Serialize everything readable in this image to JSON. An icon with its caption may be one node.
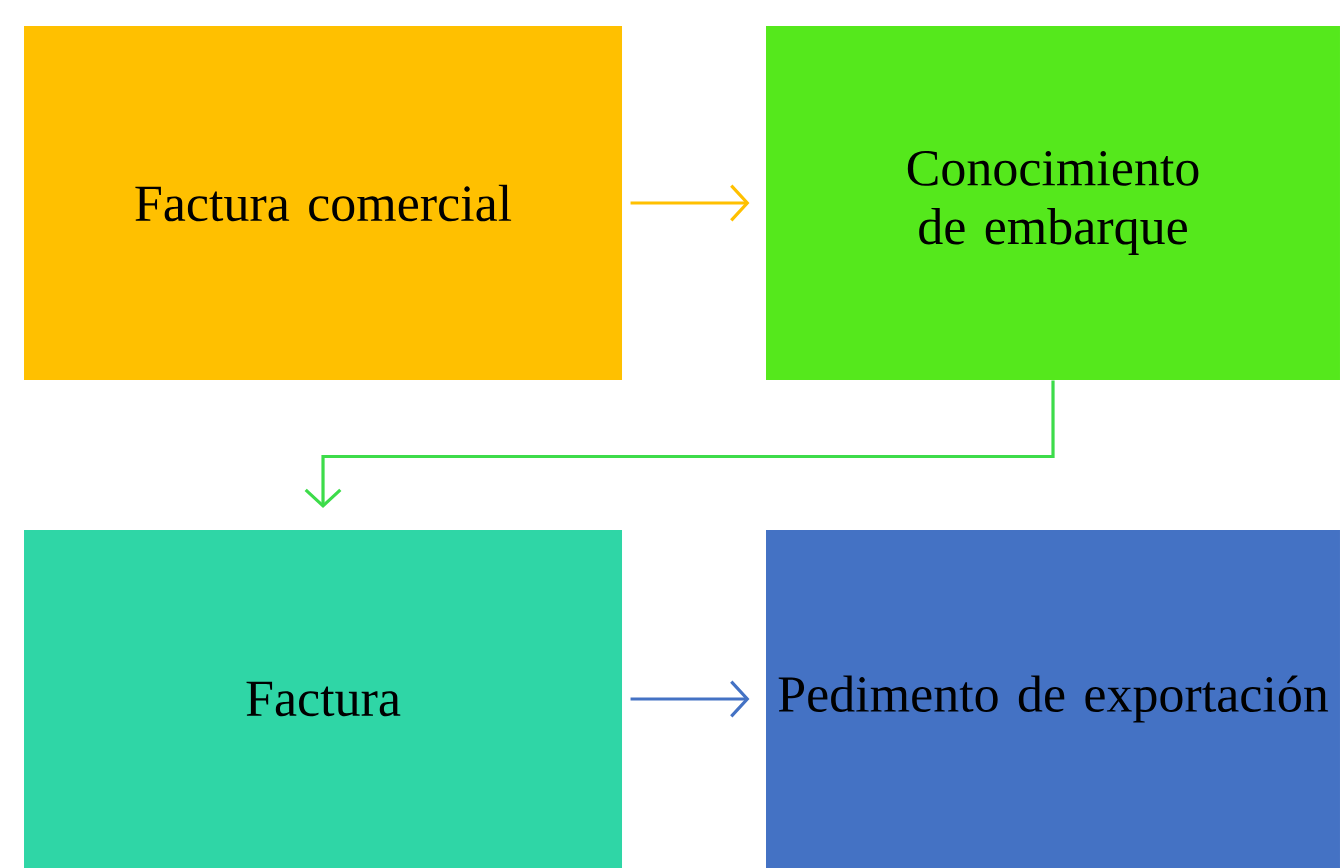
{
  "diagram": {
    "nodes": [
      {
        "text": [
          "Factura comercial"
        ]
      },
      {
        "text": [
          "Conocimiento de embarque"
        ]
      },
      {
        "text": [
          "Factura"
        ]
      },
      {
        "text": [
          "Pedimento de exportación"
        ]
      }
    ],
    "edges": [
      {
        "from": 0,
        "to": 1,
        "arrow": "to",
        "color": "#ffc000"
      },
      {
        "from": 1,
        "to": 2,
        "arrow": "to",
        "color": "#3ddc4a"
      },
      {
        "from": 2,
        "to": 3,
        "arrow": "to",
        "color": "#4472c4"
      }
    ]
  }
}
